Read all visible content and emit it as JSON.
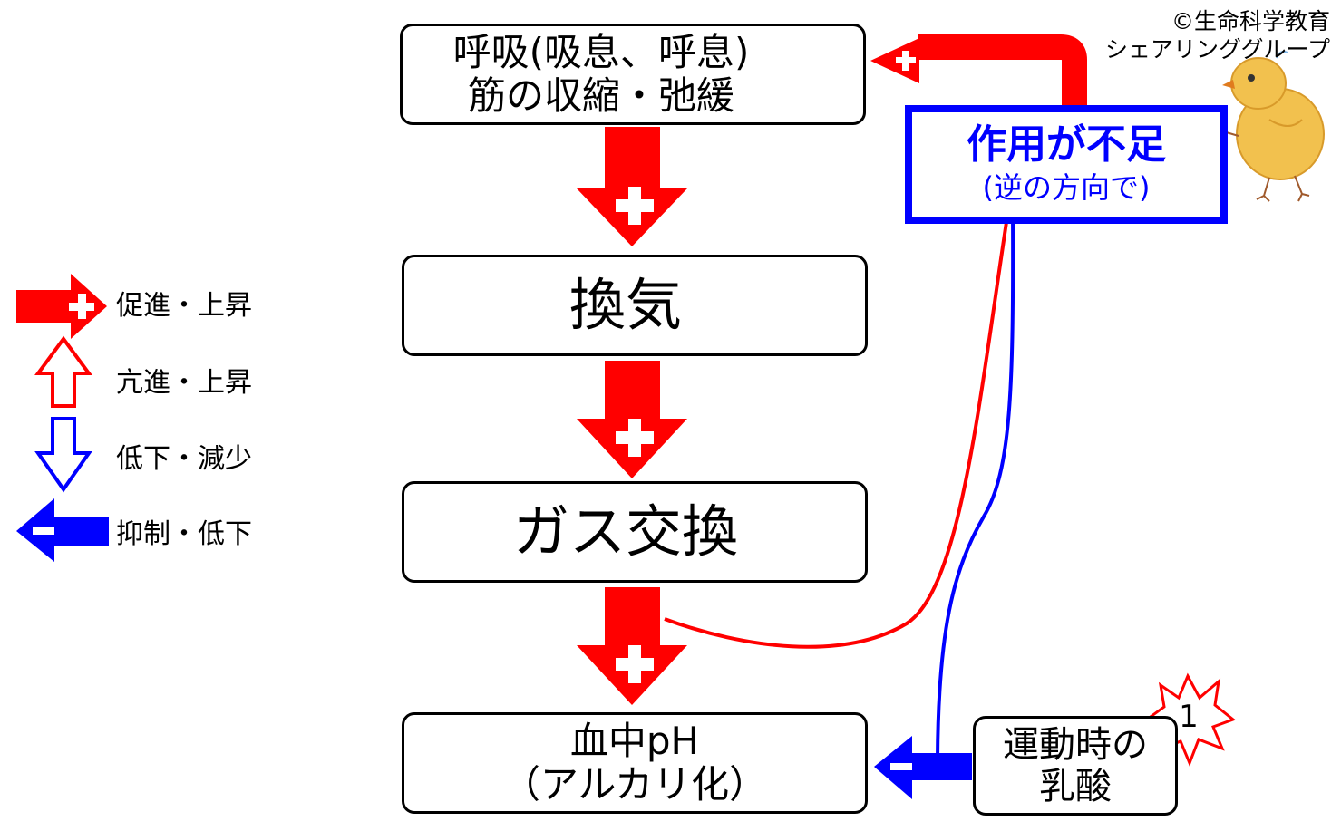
{
  "copyright": {
    "line1": "©生命科学教育",
    "line2": "シェアリンググループ"
  },
  "nodes": {
    "respiration": {
      "line1": "呼吸(吸息、呼息)",
      "line2": "筋の収縮・弛緩"
    },
    "ventilation": {
      "line1": "換気"
    },
    "gas_exchange": {
      "line1": "ガス交換"
    },
    "blood_ph": {
      "line1": "血中pH",
      "line2": "（アルカリ化）"
    },
    "insufficient": {
      "line1": "作用が不足",
      "line2": "(逆の方向で)"
    },
    "lactic_acid": {
      "line1": "運動時の",
      "line2": "乳酸"
    }
  },
  "badge": {
    "number": "1"
  },
  "legend": [
    {
      "icon": "red-plus-arrow-icon",
      "label": "促進・上昇"
    },
    {
      "icon": "red-up-arrow-icon",
      "label": "亢進・上昇"
    },
    {
      "icon": "blue-down-arrow-icon",
      "label": "低下・減少"
    },
    {
      "icon": "blue-minus-arrow-icon",
      "label": "抑制・低下"
    }
  ],
  "colors": {
    "promote": "#ff0000",
    "inhibit": "#0000ff",
    "frame": "#000000",
    "mascot": "#f2c14e"
  }
}
